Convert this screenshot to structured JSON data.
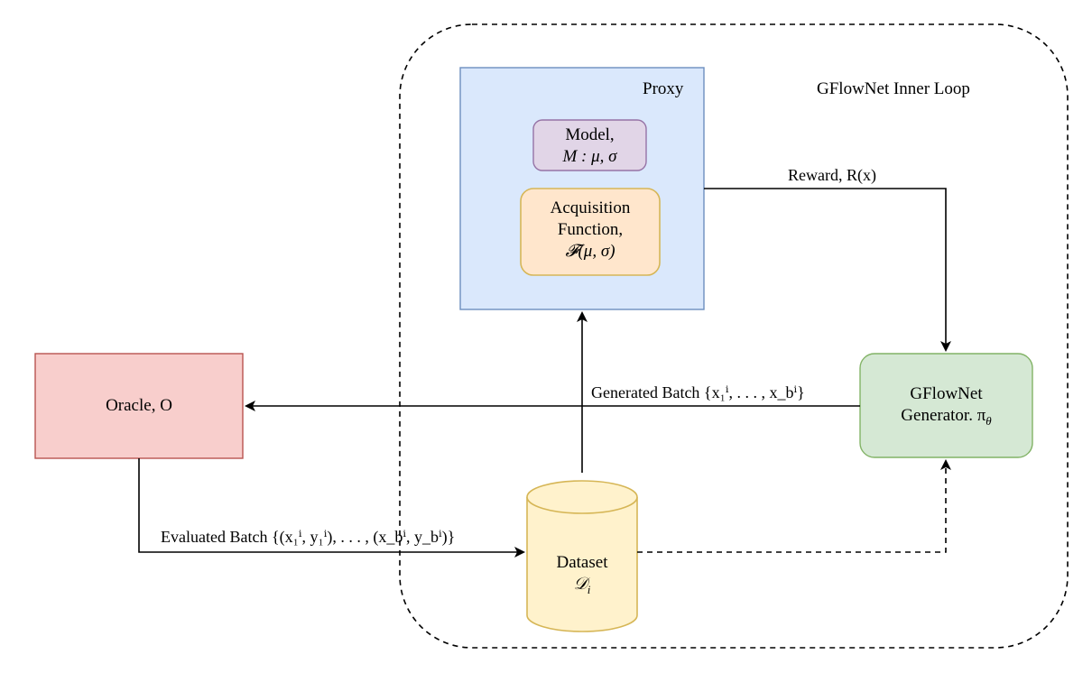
{
  "colors": {
    "proxy_fill": "#dae8fc",
    "proxy_stroke": "#6c8ebf",
    "model_fill": "#e1d5e7",
    "model_stroke": "#9673a6",
    "acq_fill": "#ffe6cc",
    "acq_stroke": "#d6b656",
    "oracle_fill": "#f8cecc",
    "oracle_stroke": "#b85450",
    "gflownet_fill": "#d5e8d4",
    "gflownet_stroke": "#82b366",
    "dataset_fill": "#fff2cc",
    "dataset_stroke": "#d6b656",
    "line": "#000000"
  },
  "inner_loop": {
    "label": "GFlowNet Inner Loop"
  },
  "proxy": {
    "label": "Proxy",
    "model": {
      "line1": "Model,",
      "line2": "M : μ, σ"
    },
    "acquisition": {
      "line1": "Acquisition",
      "line2": "Function,",
      "line3": "𝓕(μ, σ)"
    }
  },
  "oracle": {
    "label": "Oracle, O"
  },
  "gflownet": {
    "line1": "GFlowNet",
    "line2": "Generator. π",
    "subscript": "θ"
  },
  "dataset": {
    "line1": "Dataset",
    "line2": "𝒟",
    "subscript": "i"
  },
  "edges": {
    "reward": "Reward, R(x)",
    "generated_batch": "Generated Batch {x₁ⁱ, . . . , x_bⁱ}",
    "evaluated_batch": "Evaluated Batch {(x₁ⁱ, y₁ⁱ), . . . , (x_bⁱ, y_bⁱ)}"
  }
}
